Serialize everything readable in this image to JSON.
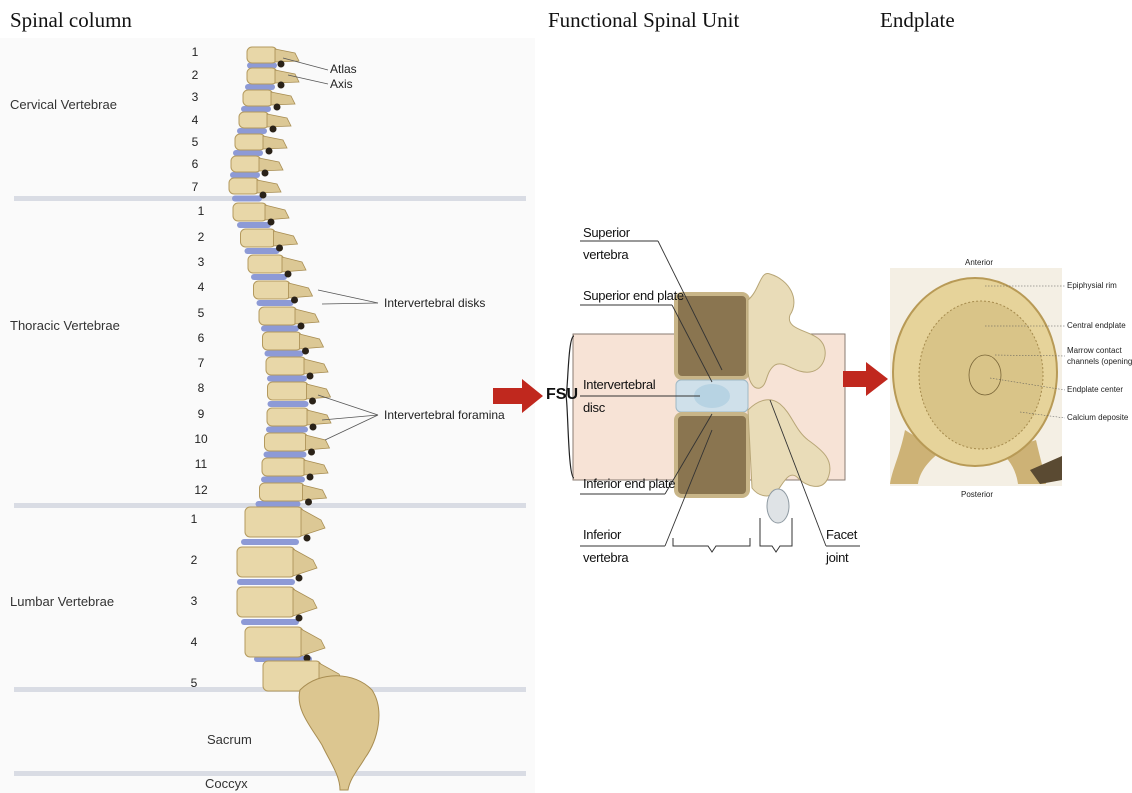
{
  "titles": {
    "spinal_column": "Spinal column",
    "fsu": "Functional Spinal Unit",
    "endplate": "Endplate"
  },
  "spine": {
    "regions": {
      "cervical": "Cervical Vertebrae",
      "thoracic": "Thoracic Vertebrae",
      "lumbar": "Lumbar Vertebrae",
      "sacrum": "Sacrum",
      "coccyx": "Coccyx"
    },
    "cervical_numbers": [
      "1",
      "2",
      "3",
      "4",
      "5",
      "6",
      "7"
    ],
    "thoracic_numbers": [
      "1",
      "2",
      "3",
      "4",
      "5",
      "6",
      "7",
      "8",
      "9",
      "10",
      "11",
      "12"
    ],
    "lumbar_numbers": [
      "1",
      "2",
      "3",
      "4",
      "5"
    ],
    "annotations": {
      "atlas": "Atlas",
      "axis": "Axis",
      "disks": "Intervertebral disks",
      "foramina": "Intervertebral foramina"
    }
  },
  "fsu": {
    "acronym": "FSU",
    "superior_vertebra": [
      "Superior",
      "vertebra"
    ],
    "superior_end_plate": "Superior end plate",
    "intervertebral_disc": [
      "Intervertebral",
      "disc"
    ],
    "inferior_end_plate": "Inferior end plate",
    "inferior_vertebra": [
      "Inferior",
      "vertebra"
    ],
    "facet_joint": [
      "Facet",
      "joint"
    ]
  },
  "endplate": {
    "anterior": "Anterior",
    "posterior": "Posterior",
    "epiphysial_rim": "Epiphysial rim",
    "central_endplate": "Central endplate",
    "marrow_channels": [
      "Marrow contact",
      "channels (openings)"
    ],
    "endplate_center": "Endplate center",
    "calcium_deposite": "Calcium deposite"
  },
  "colors": {
    "bone": "#e8d7a8",
    "disc": "#8d9ad6",
    "arrow": "#c0281e",
    "fsu_box": "#f7e3d6"
  }
}
